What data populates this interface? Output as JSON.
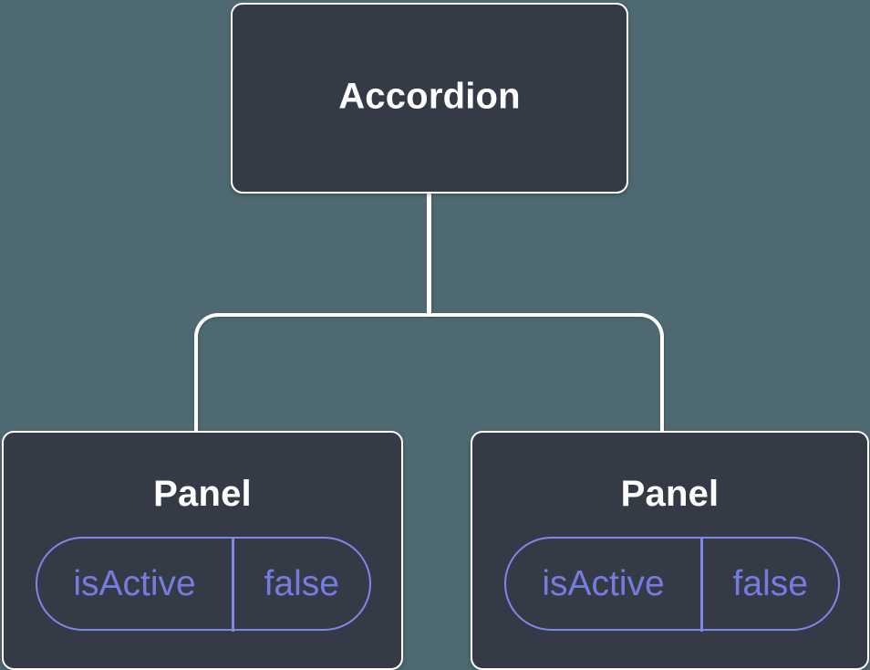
{
  "diagram": {
    "colors": {
      "background": "#4E6971",
      "node_fill": "#343A46",
      "node_border": "#FFFFFF",
      "connector": "#FFFFFF",
      "state_accent": "#8086E8",
      "state_text": "#767CDF",
      "label_text": "#FFFFFF"
    },
    "root": {
      "label": "Accordion"
    },
    "children": [
      {
        "label": "Panel",
        "state": {
          "key": "isActive",
          "value": "false"
        }
      },
      {
        "label": "Panel",
        "state": {
          "key": "isActive",
          "value": "false"
        }
      }
    ]
  }
}
